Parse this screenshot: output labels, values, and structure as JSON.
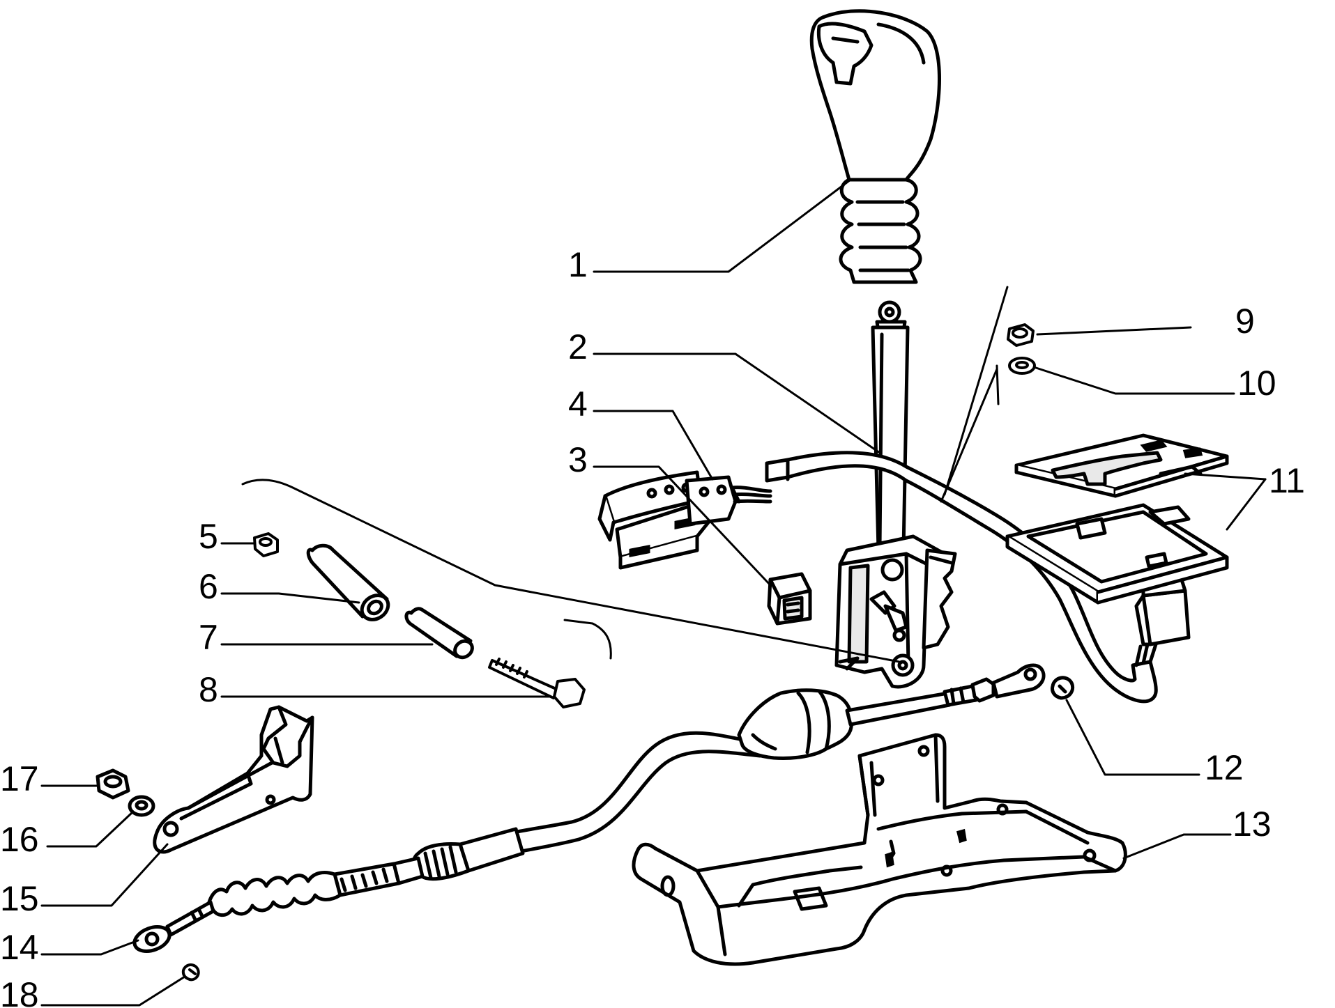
{
  "diagram": {
    "callouts": [
      {
        "id": "1",
        "label": "1"
      },
      {
        "id": "2",
        "label": "2"
      },
      {
        "id": "3",
        "label": "3"
      },
      {
        "id": "4",
        "label": "4"
      },
      {
        "id": "5",
        "label": "5"
      },
      {
        "id": "6",
        "label": "6"
      },
      {
        "id": "7",
        "label": "7"
      },
      {
        "id": "8",
        "label": "8"
      },
      {
        "id": "9",
        "label": "9"
      },
      {
        "id": "10",
        "label": "10"
      },
      {
        "id": "11",
        "label": "11"
      },
      {
        "id": "12",
        "label": "12"
      },
      {
        "id": "13",
        "label": "13"
      },
      {
        "id": "14",
        "label": "14"
      },
      {
        "id": "15",
        "label": "15"
      },
      {
        "id": "16",
        "label": "16"
      },
      {
        "id": "17",
        "label": "17"
      },
      {
        "id": "18",
        "label": "18"
      }
    ],
    "colors": {
      "ink": "#000000",
      "paper": "#ffffff"
    }
  }
}
